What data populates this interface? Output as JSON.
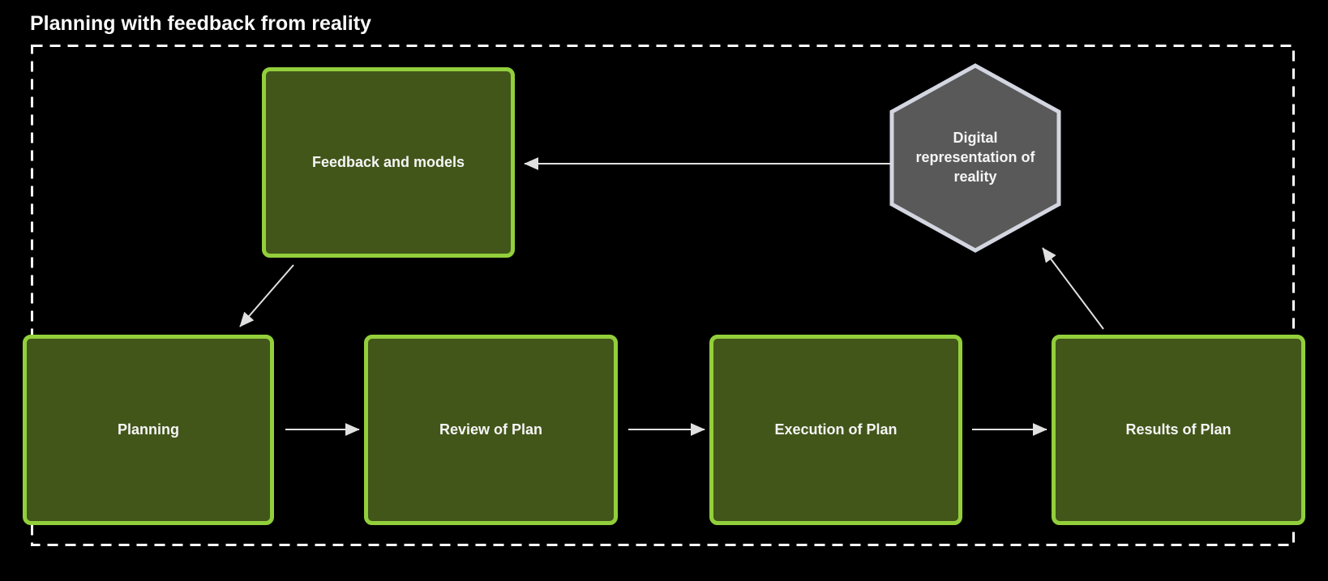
{
  "diagram": {
    "title": "Planning with feedback from reality",
    "nodes": {
      "feedback": {
        "label": "Feedback and models",
        "shape": "rounded-rectangle"
      },
      "planning": {
        "label": "Planning",
        "shape": "rounded-rectangle"
      },
      "review": {
        "label": "Review of Plan",
        "shape": "rounded-rectangle"
      },
      "execution": {
        "label": "Execution of Plan",
        "shape": "rounded-rectangle"
      },
      "results": {
        "label": "Results of Plan",
        "shape": "rounded-rectangle"
      },
      "digital": {
        "label": "Digital representation of reality",
        "shape": "hexagon"
      }
    },
    "edges": [
      {
        "from": "digital",
        "to": "feedback"
      },
      {
        "from": "feedback",
        "to": "planning"
      },
      {
        "from": "planning",
        "to": "review"
      },
      {
        "from": "review",
        "to": "execution"
      },
      {
        "from": "execution",
        "to": "results"
      },
      {
        "from": "results",
        "to": "digital"
      }
    ],
    "colors": {
      "bg": "#000000",
      "title-color": "#fafafa",
      "node-fill": "#42561a",
      "node-border": "#92cf3b",
      "node-text": "#f5f5f5",
      "hex-fill": "#595959",
      "hex-border": "#d3d6e0",
      "arrow": "#e0e0e0",
      "boundary": "#ffffff"
    }
  }
}
